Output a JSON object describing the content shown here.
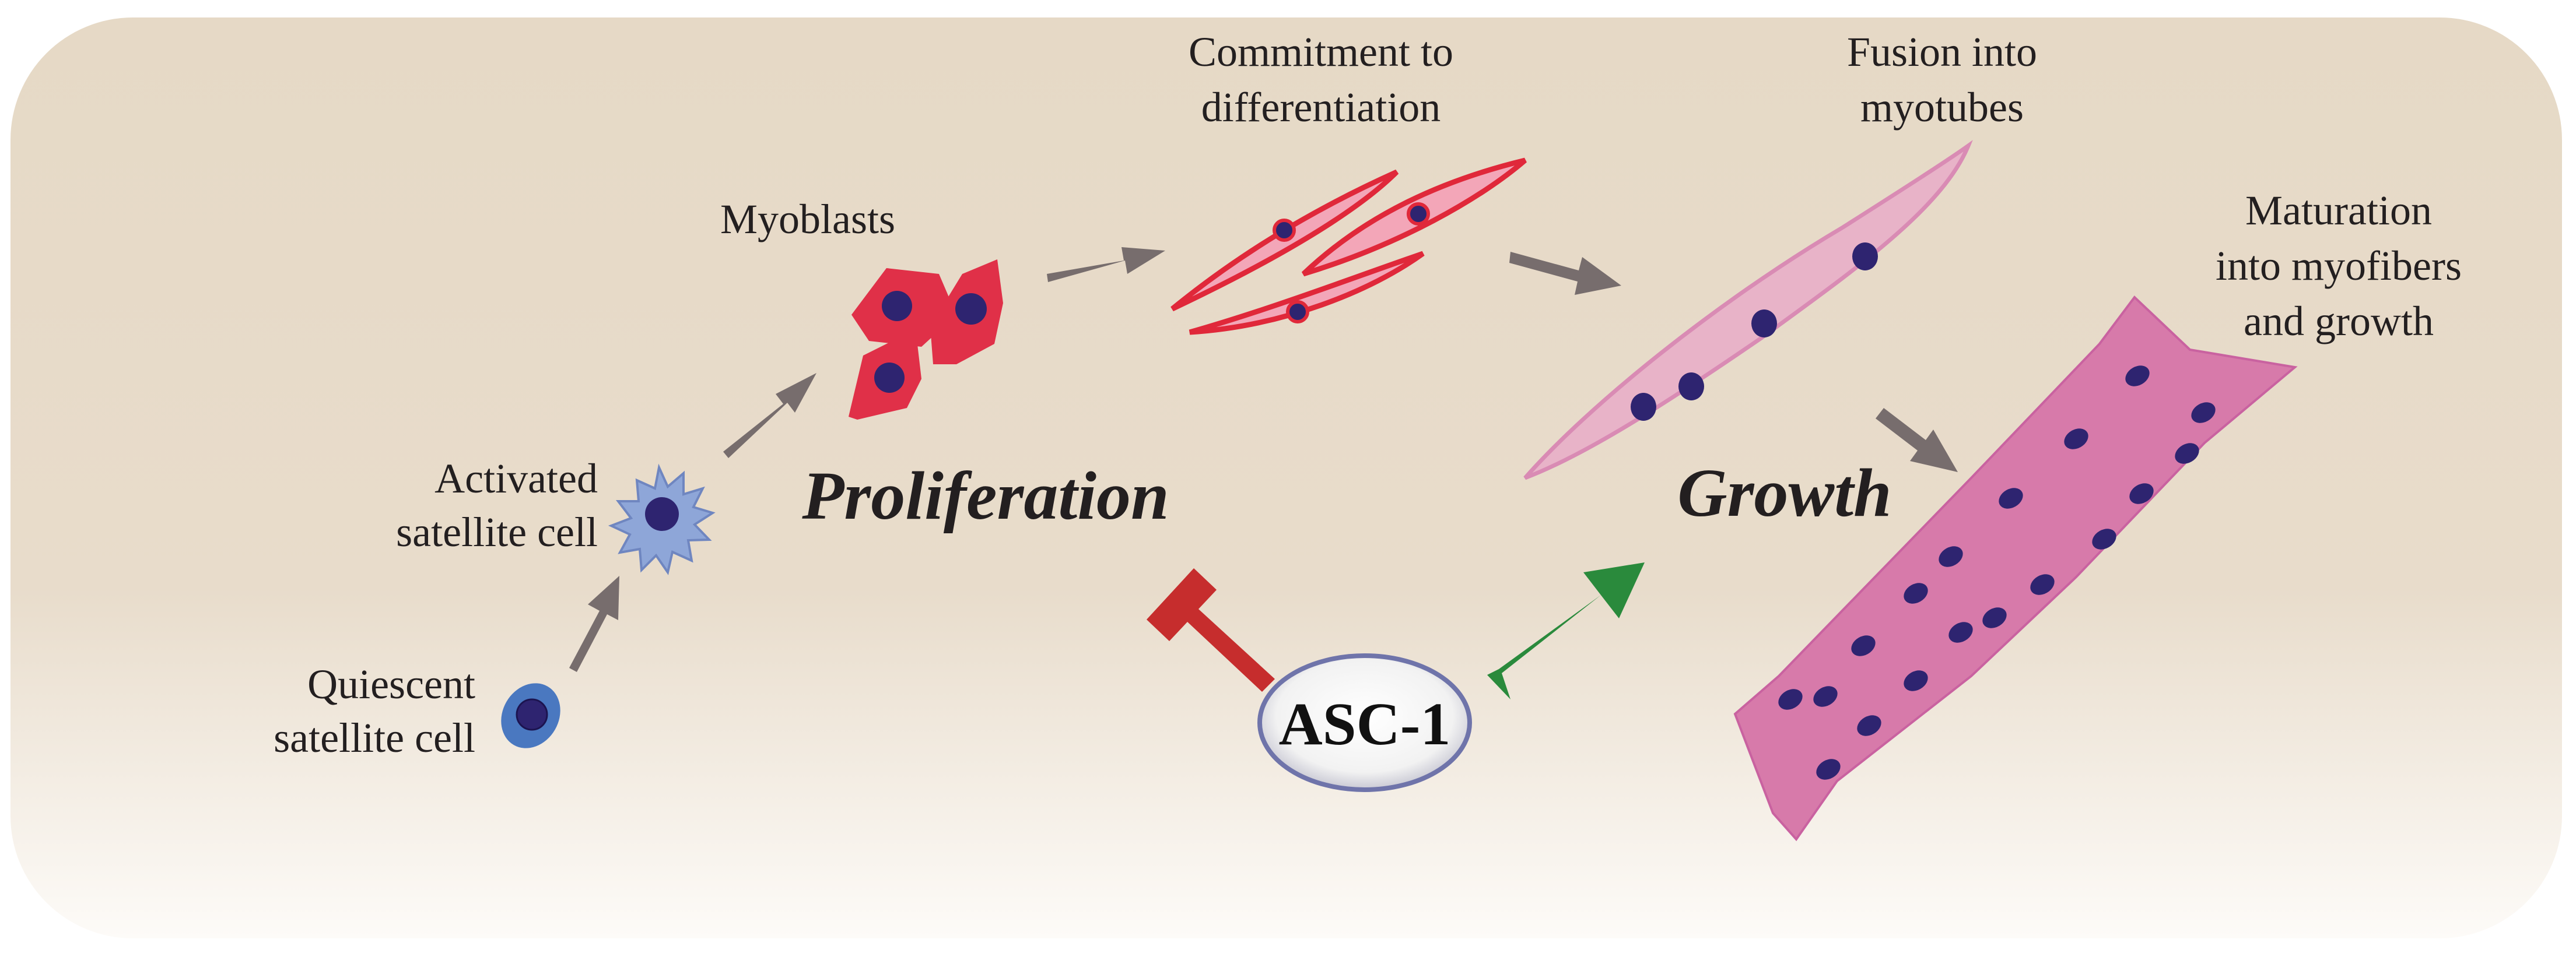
{
  "labels": {
    "quiescent_line1": "Quiescent",
    "quiescent_line2": "satellite cell",
    "activated_line1": "Activated",
    "activated_line2": "satellite cell",
    "myoblasts": "Myoblasts",
    "commitment_line1": "Commitment to",
    "commitment_line2": "differentiation",
    "fusion_line1": "Fusion into",
    "fusion_line2": "myotubes",
    "maturation_line1": "Maturation",
    "maturation_line2": "into myofibers",
    "maturation_line3": "and growth",
    "proliferation": "Proliferation",
    "growth": "Growth",
    "asc1": "ASC-1"
  },
  "colors": {
    "panel_top": "#e6d9c6",
    "panel_bottom": "#fdfbf8",
    "step_arrow": "#776d6d",
    "inhibit": "#c62d2d",
    "promote": "#2a8a3c",
    "quiescent_cell": "#4a78c0",
    "activated_cell": "#8ea6d8",
    "myoblast": "#e03048",
    "committed_fill": "#f3a6b8",
    "committed_outline": "#e0283a",
    "myotube": "#e8b3c8",
    "myofiber": "#d77aaa",
    "nucleus": "#2e2470"
  },
  "relations": [
    {
      "from": "ASC-1",
      "to": "Proliferation",
      "type": "inhibits"
    },
    {
      "from": "ASC-1",
      "to": "Growth",
      "type": "promotes"
    }
  ]
}
